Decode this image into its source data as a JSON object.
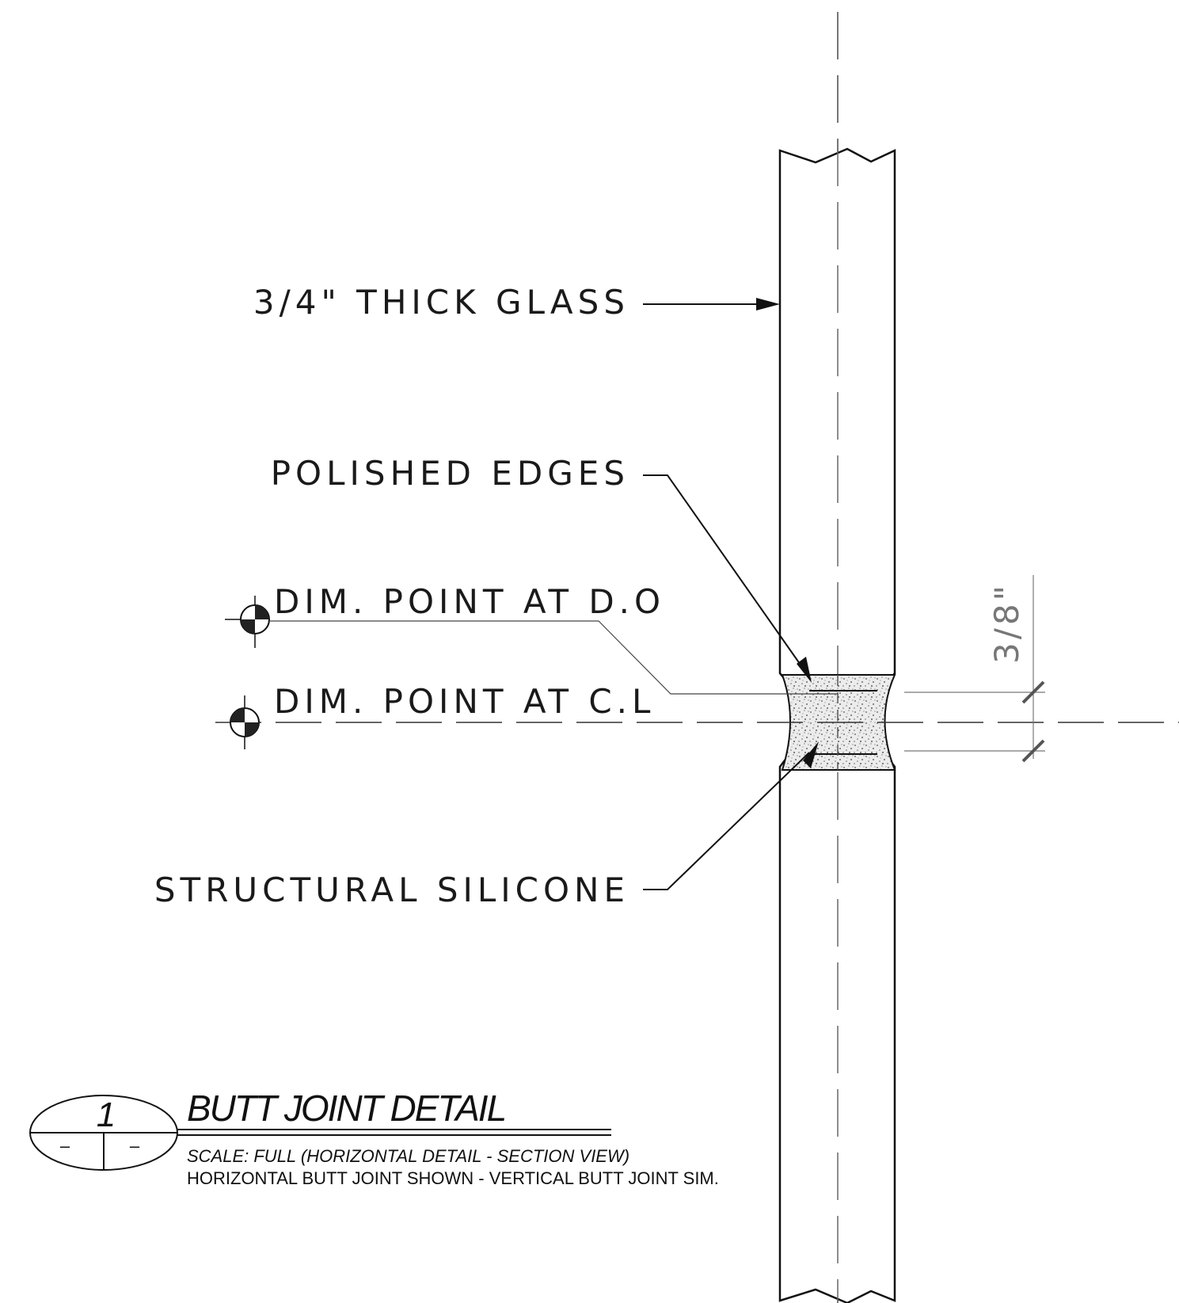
{
  "drawing": {
    "labels": {
      "glass": "3/4\" THICK GLASS",
      "polished_edges": "POLISHED EDGES",
      "dim_point_do": "DIM. POINT AT D.O",
      "dim_point_cl": "DIM. POINT AT C.L",
      "structural_silicone": "STRUCTURAL SILICONE"
    },
    "dimension": "3/8\""
  },
  "title_block": {
    "number": "1",
    "sheet_left": "–",
    "sheet_right": "–",
    "title": "BUTT JOINT DETAIL",
    "scale": "SCALE: FULL (HORIZONTAL DETAIL - SECTION VIEW)",
    "note": "HORIZONTAL BUTT JOINT SHOWN - VERTICAL BUTT JOINT SIM."
  }
}
